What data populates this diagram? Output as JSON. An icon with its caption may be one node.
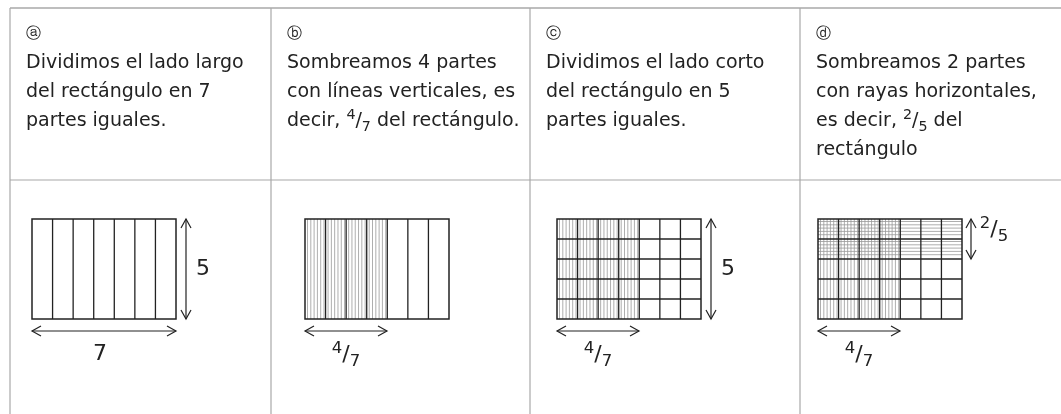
{
  "diagram": {
    "labels": [
      "ⓐ",
      "Dividimos el lado largo del rectángulo en 7 partes iguales.",
      "ⓑ",
      "Sombreamos 4 partes con líneas verticales, es decir, $^{4}$/$_{7}$ del rectángulo.",
      "ⓒ",
      "Dividimos el lado corto del rectángulo en 5 partes iguales.",
      "ⓓ",
      "Sombreamos 2 partes con rayas horizontales, es decir, $^{2}$/$_{5}$ del rectángulo",
      "5",
      "7",
      "$^{4}$/$_{7}$",
      "5",
      "$^{4}$/$_{7}$",
      "$^{2}$/$_{5}$",
      "$^{4}$/$_{7}$"
    ]
  }
}
